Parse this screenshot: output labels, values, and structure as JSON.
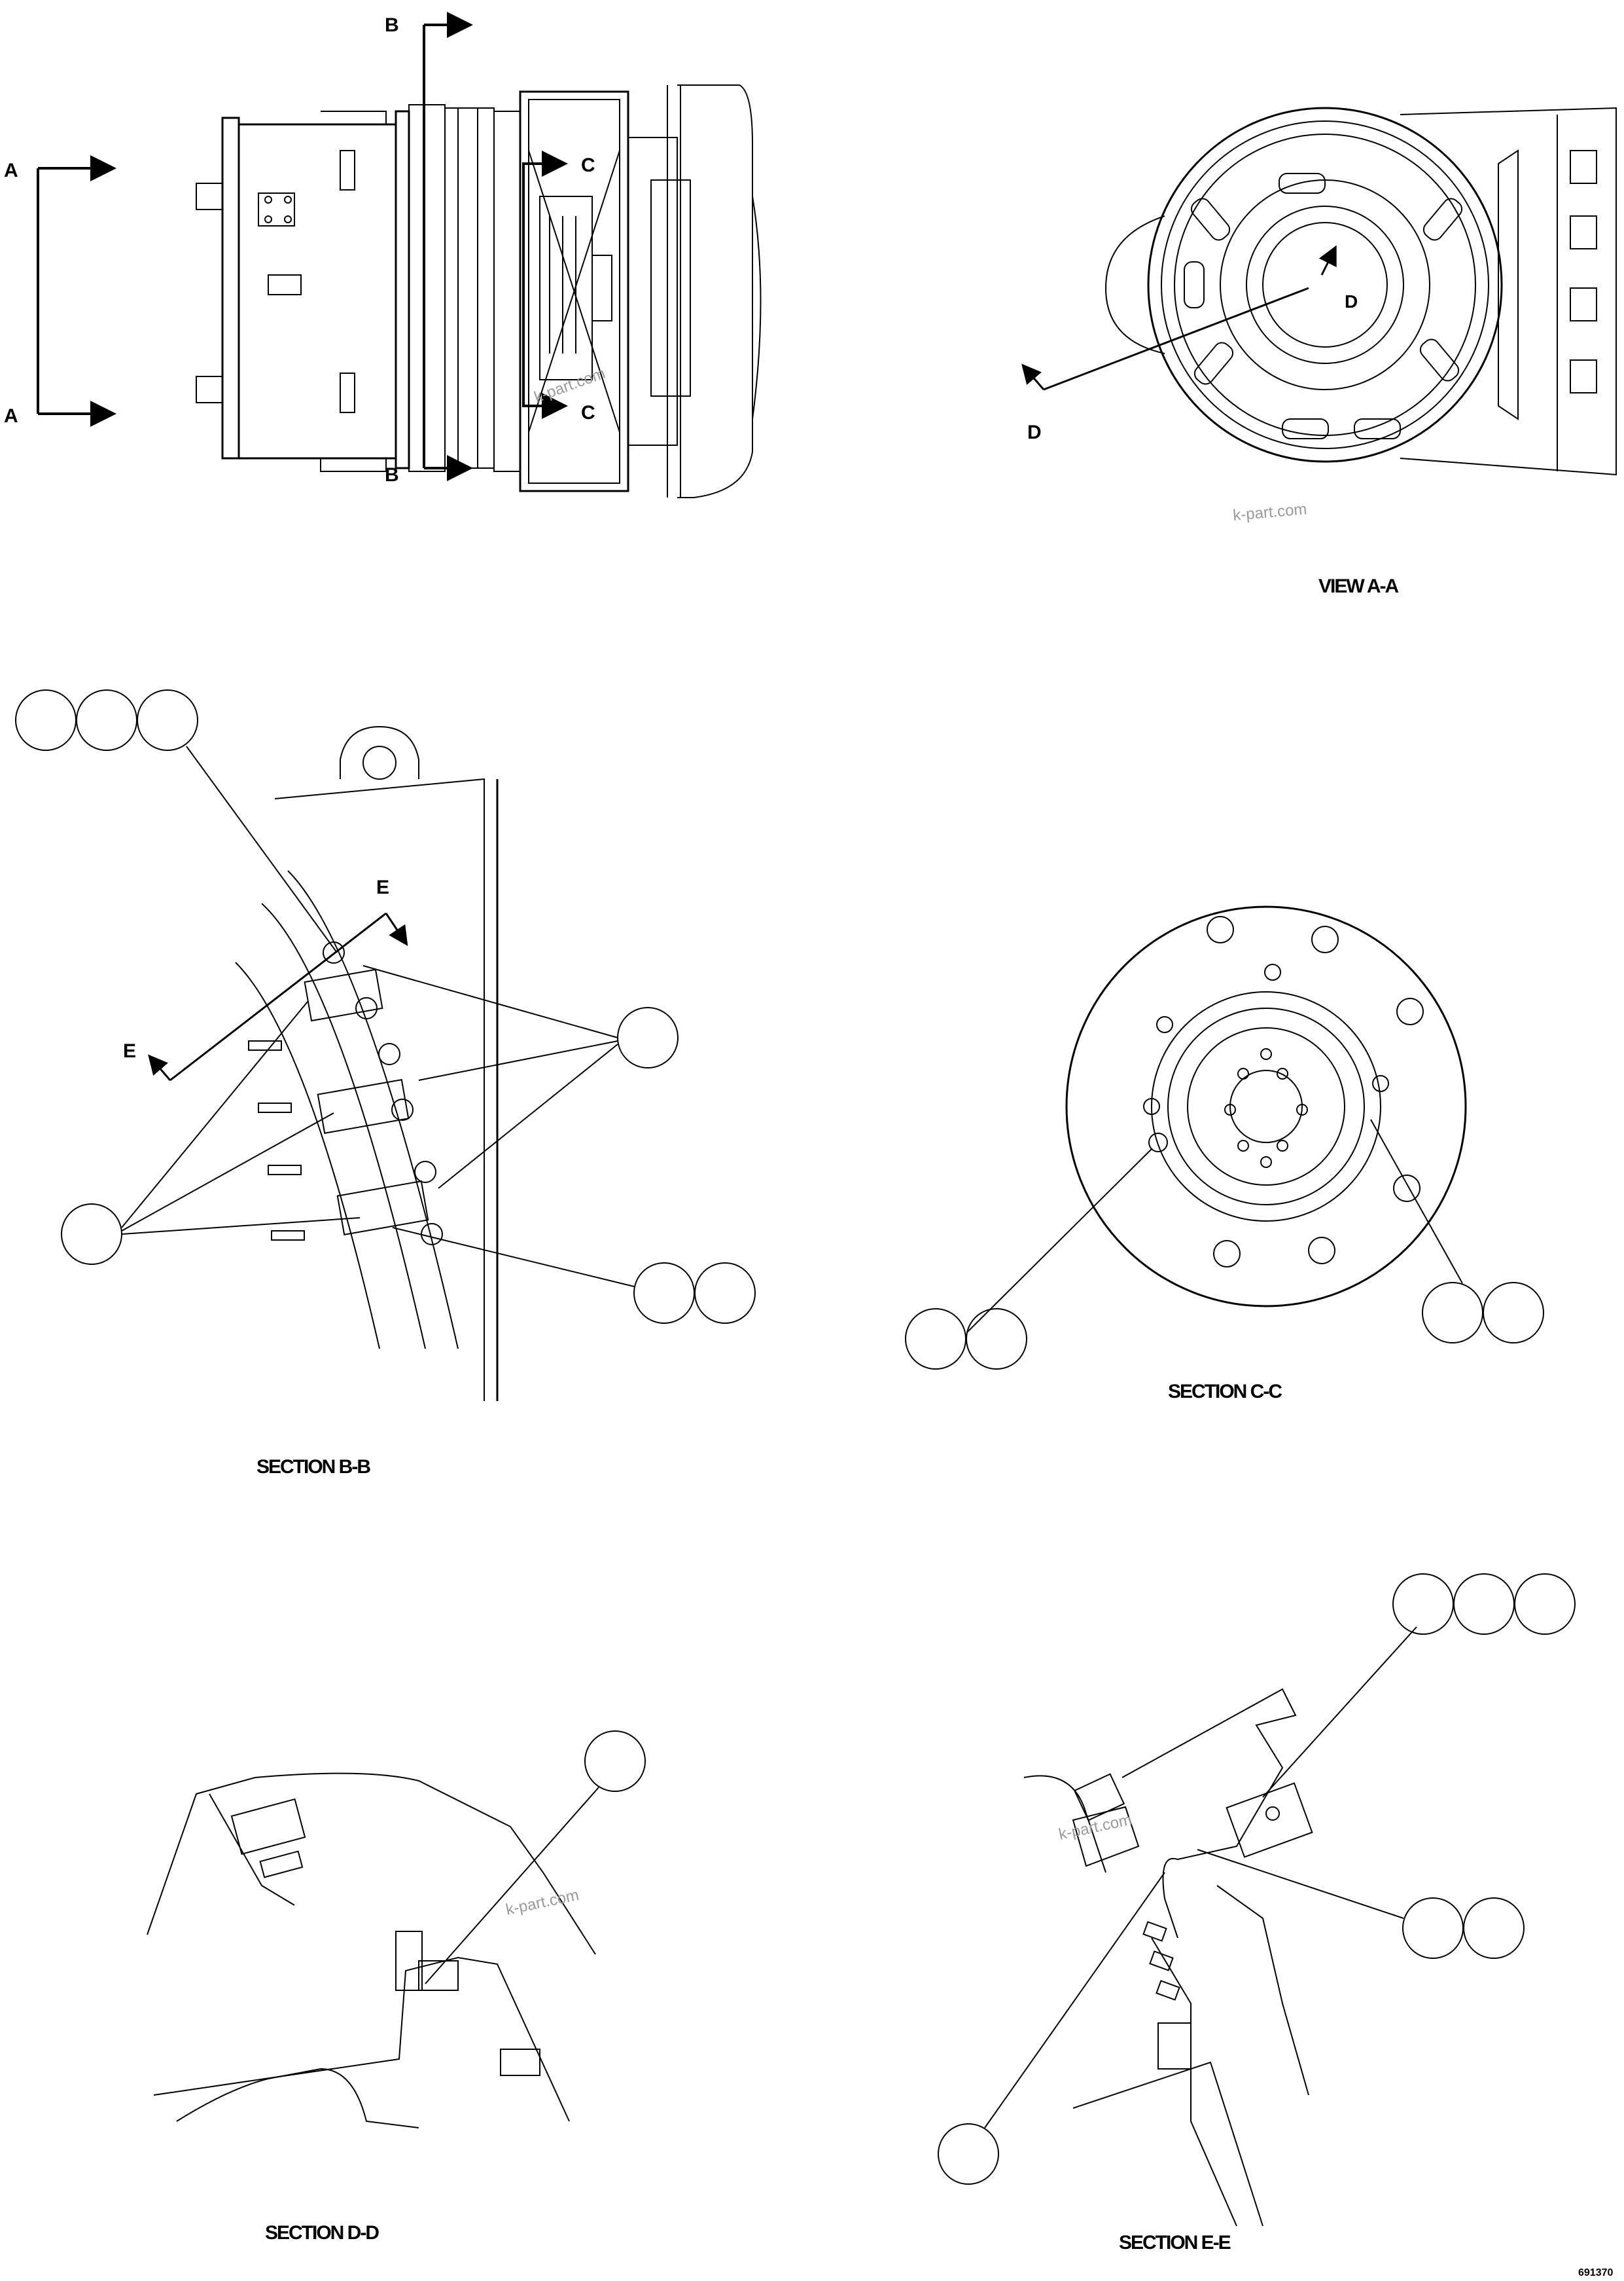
{
  "section_markers": {
    "a_top": "A",
    "a_bottom": "A",
    "b_top": "B",
    "b_bottom": "B",
    "c_top": "C",
    "c_bottom": "C",
    "d": "D",
    "d_inner": "D",
    "e_top": "E",
    "e_left": "E"
  },
  "captions": {
    "view_aa": "VIEW A-A",
    "section_bb": "SECTION B-B",
    "section_cc": "SECTION C-C",
    "section_dd": "SECTION D-D",
    "section_ee": "SECTION E-E"
  },
  "watermark": "k-part.com",
  "drawing_number": "691370"
}
